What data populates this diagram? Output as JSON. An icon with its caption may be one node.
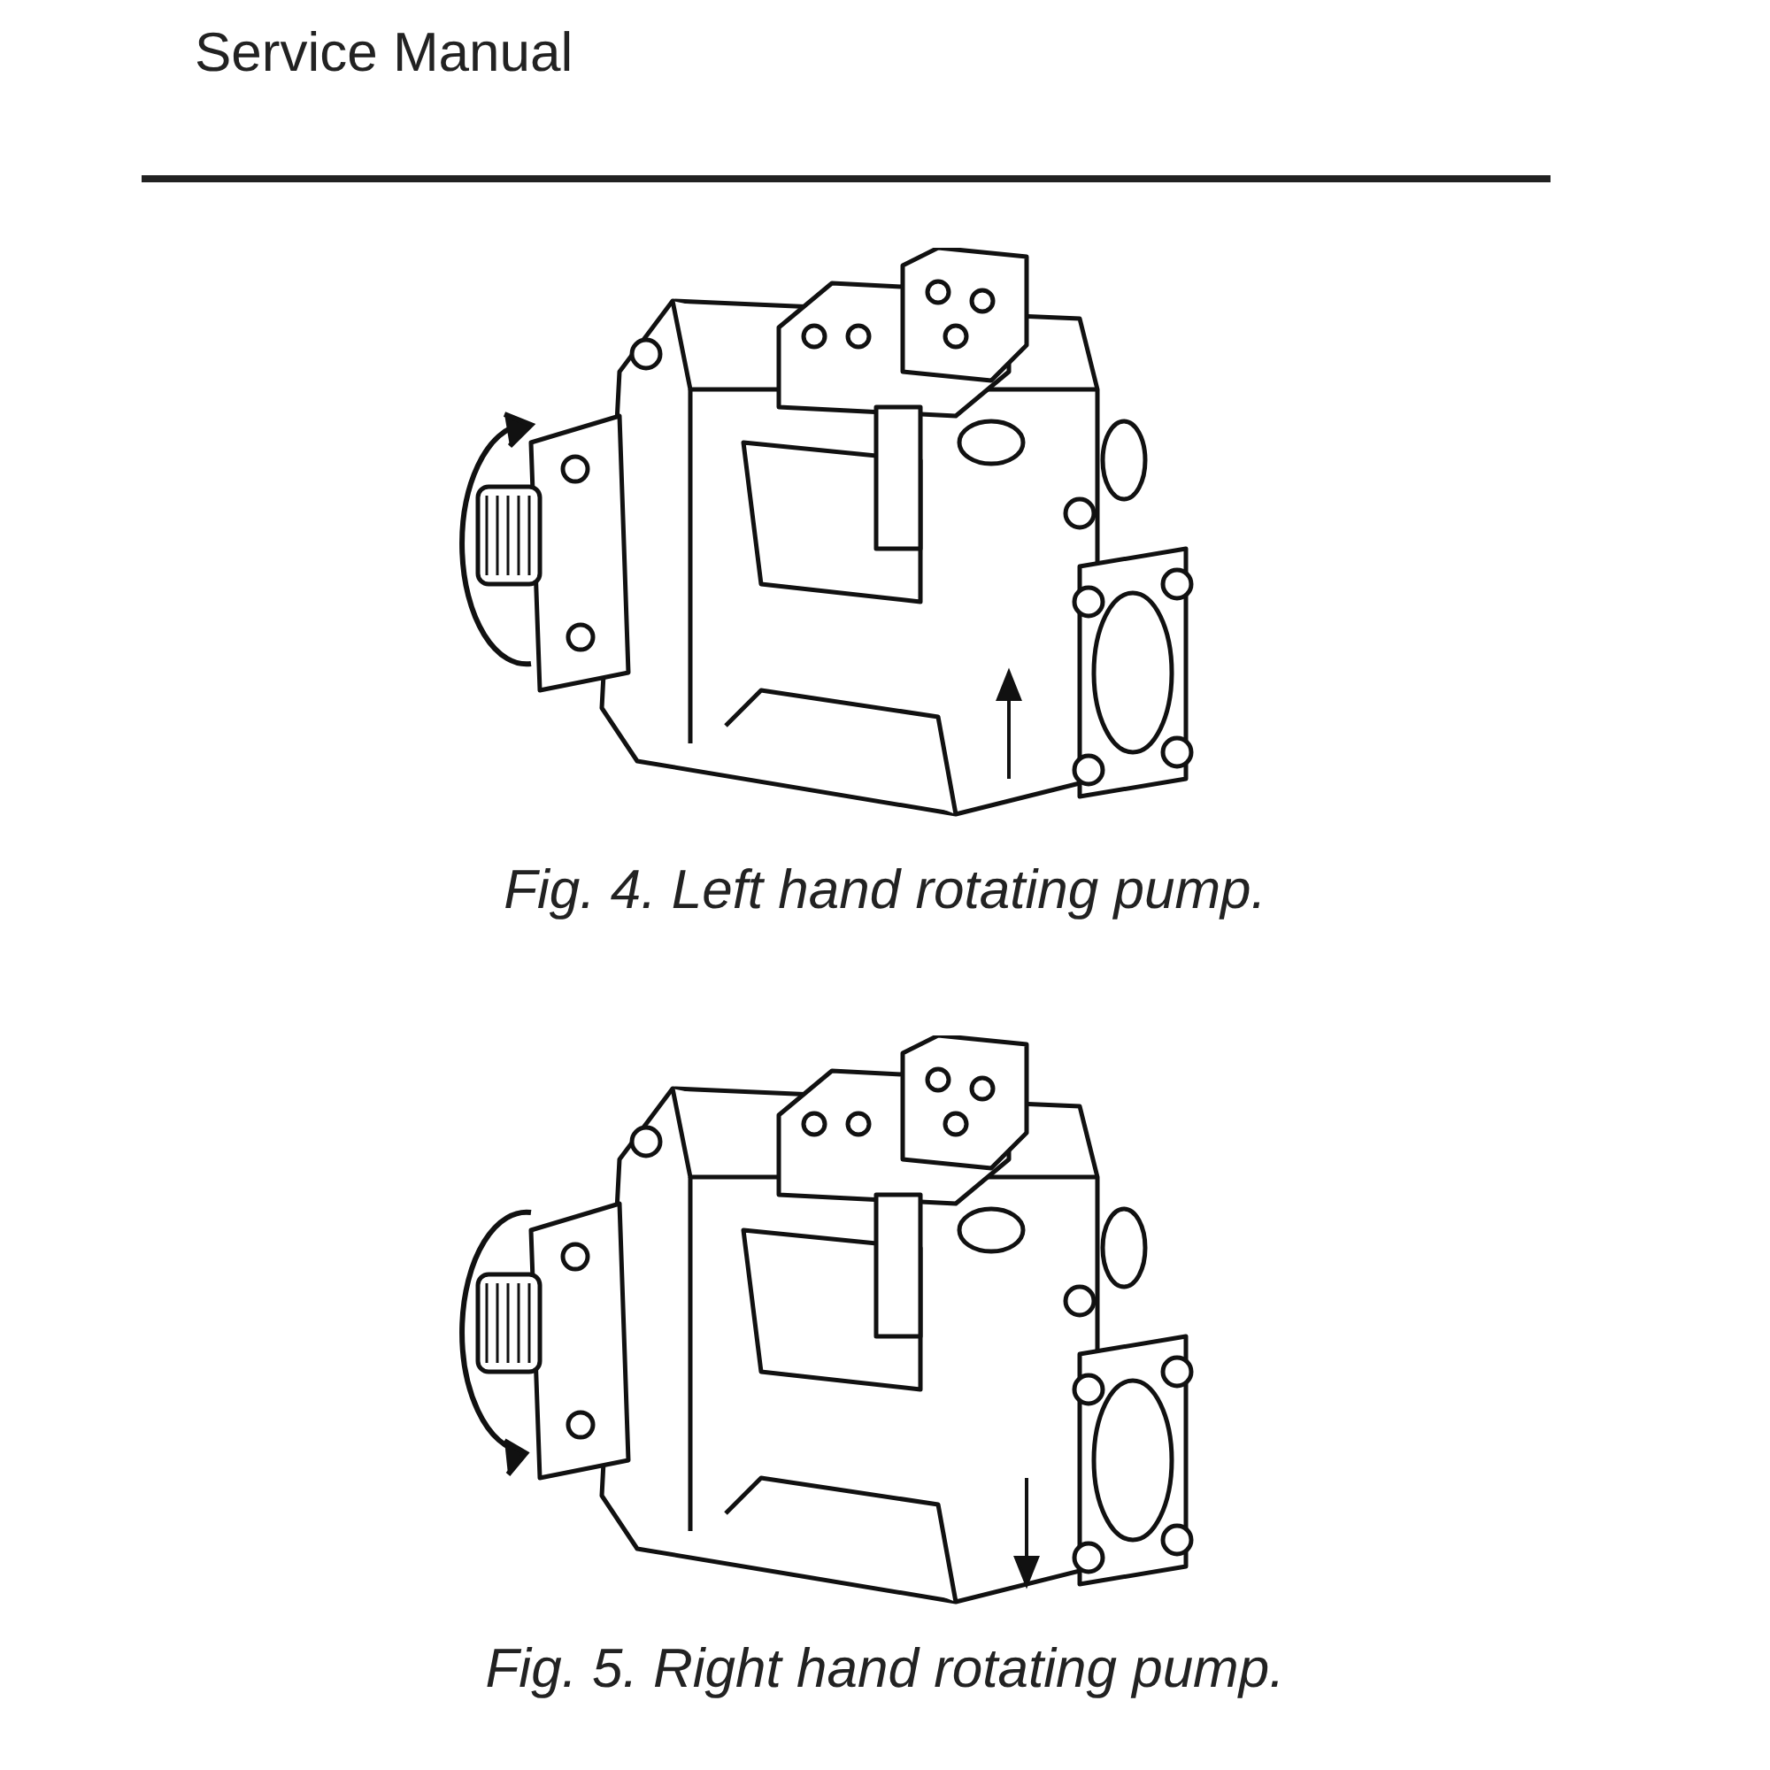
{
  "diagram": {
    "title": "Service Manual",
    "labels": [
      "Fig. 4. Left hand rotating pump.",
      "Fig. 5. Right hand rotating pump."
    ]
  }
}
